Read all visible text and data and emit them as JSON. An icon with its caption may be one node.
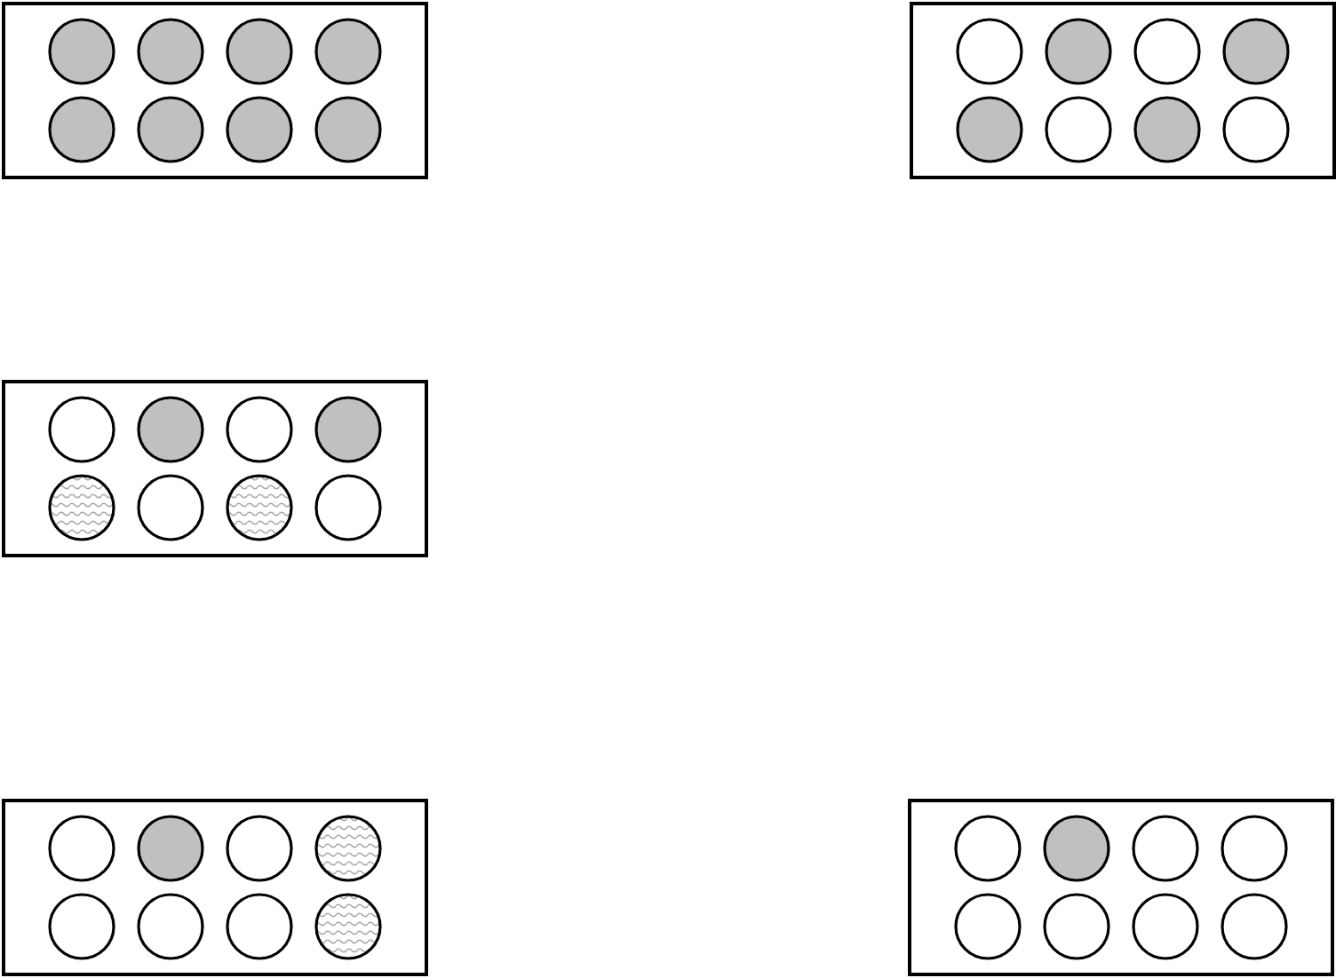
{
  "diagram": {
    "nodes": [
      {
        "text": [],
        "shape": "box"
      },
      {
        "text": [],
        "shape": "circle",
        "in": 0
      },
      {
        "text": [],
        "shape": "circle",
        "in": 0
      },
      {
        "text": [],
        "shape": "circle",
        "in": 0
      },
      {
        "text": [],
        "shape": "circle",
        "in": 0
      },
      {
        "text": [],
        "shape": "circle",
        "in": 0
      },
      {
        "text": [],
        "shape": "circle",
        "in": 0
      },
      {
        "text": [],
        "shape": "circle",
        "in": 0
      },
      {
        "text": [],
        "shape": "circle",
        "in": 0
      },
      {
        "text": [],
        "shape": "box"
      },
      {
        "text": [],
        "shape": "circle",
        "in": 9
      },
      {
        "text": [],
        "shape": "circle",
        "in": 9
      },
      {
        "text": [],
        "shape": "circle",
        "in": 9
      },
      {
        "text": [],
        "shape": "circle",
        "in": 9
      },
      {
        "text": [],
        "shape": "circle",
        "in": 9
      },
      {
        "text": [],
        "shape": "circle",
        "in": 9
      },
      {
        "text": [],
        "shape": "circle",
        "in": 9
      },
      {
        "text": [],
        "shape": "circle",
        "in": 9
      },
      {
        "text": [],
        "shape": "box"
      },
      {
        "text": [],
        "shape": "circle",
        "in": 18
      },
      {
        "text": [],
        "shape": "circle",
        "in": 18
      },
      {
        "text": [],
        "shape": "circle",
        "in": 18
      },
      {
        "text": [],
        "shape": "circle",
        "in": 18
      },
      {
        "text": [],
        "shape": "circle",
        "in": 18
      },
      {
        "text": [],
        "shape": "circle",
        "in": 18
      },
      {
        "text": [],
        "shape": "circle",
        "in": 18
      },
      {
        "text": [],
        "shape": "circle",
        "in": 18
      },
      {
        "text": [],
        "shape": "box"
      },
      {
        "text": [],
        "shape": "circle",
        "in": 27
      },
      {
        "text": [],
        "shape": "circle",
        "in": 27
      },
      {
        "text": [],
        "shape": "circle",
        "in": 27
      },
      {
        "text": [],
        "shape": "circle",
        "in": 27
      },
      {
        "text": [],
        "shape": "circle",
        "in": 27
      },
      {
        "text": [],
        "shape": "circle",
        "in": 27
      },
      {
        "text": [],
        "shape": "circle",
        "in": 27
      },
      {
        "text": [],
        "shape": "circle",
        "in": 27
      },
      {
        "text": [],
        "shape": "box"
      },
      {
        "text": [],
        "shape": "circle",
        "in": 36
      },
      {
        "text": [],
        "shape": "circle",
        "in": 36
      },
      {
        "text": [],
        "shape": "circle",
        "in": 36
      },
      {
        "text": [],
        "shape": "circle",
        "in": 36
      },
      {
        "text": [],
        "shape": "circle",
        "in": 36
      },
      {
        "text": [],
        "shape": "circle",
        "in": 36
      },
      {
        "text": [],
        "shape": "circle",
        "in": 36
      },
      {
        "text": [],
        "shape": "circle",
        "in": 36
      }
    ]
  }
}
